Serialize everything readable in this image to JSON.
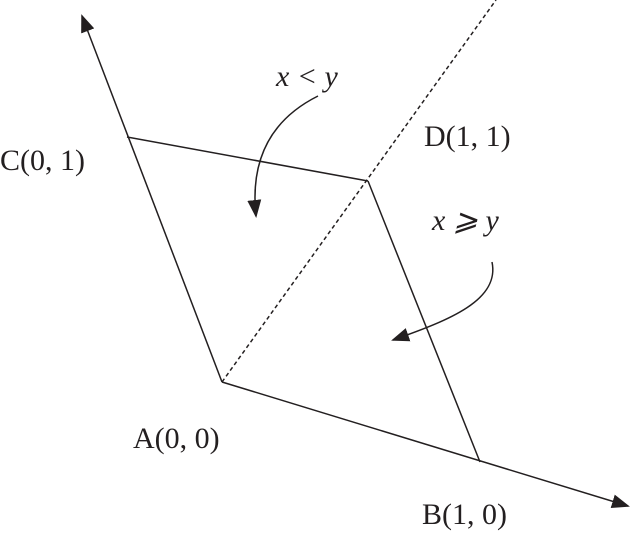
{
  "points": {
    "A": "A(0, 0)",
    "B": "B(1, 0)",
    "C": "C(0, 1)",
    "D": "D(1, 1)"
  },
  "regions": {
    "upper": "x < y",
    "lower": "x ⩾ y"
  },
  "colors": {
    "ink": "#231f20"
  }
}
